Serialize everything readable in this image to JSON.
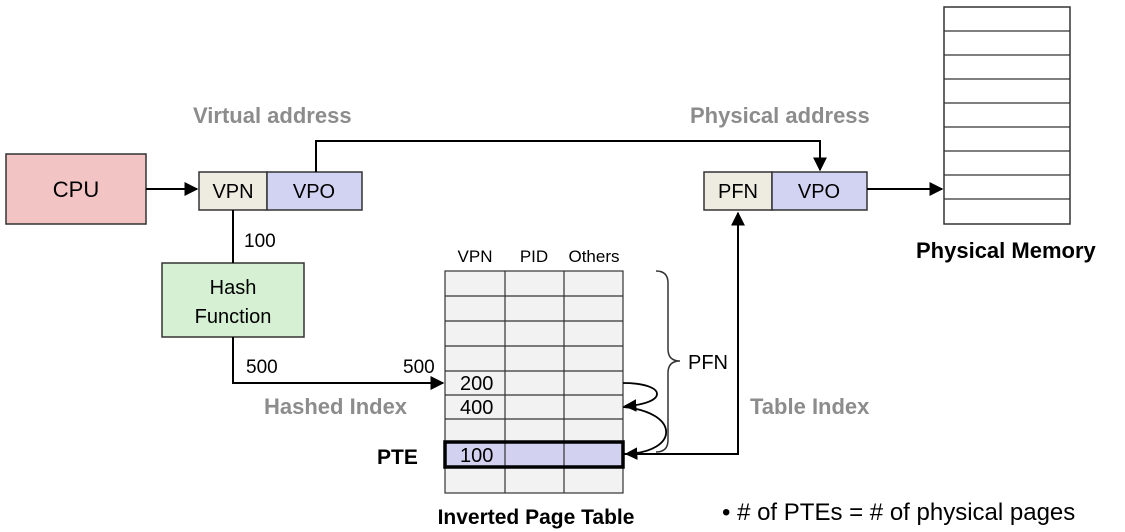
{
  "labels": {
    "virtual_address": "Virtual address",
    "physical_address": "Physical address",
    "physical_memory": "Physical Memory",
    "cpu": "CPU",
    "hash_line1": "Hash",
    "hash_line2": "Function",
    "vpn": "VPN",
    "vpo": "VPO",
    "pfn": "PFN",
    "vpo2": "VPO",
    "hashed_index": "Hashed Index",
    "table_index": "Table Index",
    "pte": "PTE",
    "inverted_page_table": "Inverted Page Table",
    "pfn_brace": "PFN",
    "vpn_value": "100",
    "hash_out": "500",
    "table_in": "500",
    "note": "• # of PTEs = # of physical pages"
  },
  "table": {
    "headers": [
      "VPN",
      "PID",
      "Others"
    ],
    "entries": [
      "200",
      "400",
      "100"
    ]
  },
  "colors": {
    "cpu": "#f2c4c4",
    "hash": "#d5f0d2",
    "vpn": "#eeece1",
    "vpo": "#d2d2f2",
    "table_cell": "#f2f2f2",
    "pte_row": "#d2d2f0"
  }
}
